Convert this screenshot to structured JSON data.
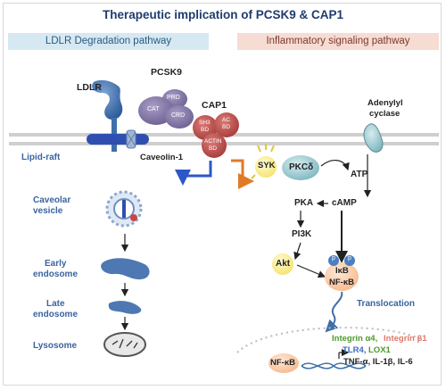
{
  "title": "Therapeutic implication of PCSK9 & CAP1",
  "left_header": "LDLR Degradation pathway",
  "right_header": "Inflammatory signaling pathway",
  "labels": {
    "ldlr": "LDLR",
    "pcsk9": "PCSK9",
    "prd": "PRD",
    "cat": "CAT",
    "crd": "CRD",
    "cap1": "CAP1",
    "sh3_1": "SH3",
    "sh3_2": "BD",
    "ac_1": "AC",
    "ac_2": "BD",
    "actin_1": "ACTIN",
    "actin_2": "BD",
    "adenylyl_1": "Adenylyl",
    "adenylyl_2": "cyclase",
    "lipid_raft": "Lipid-raft",
    "caveolin": "Caveolin-1",
    "syk": "SYK",
    "pkc": "PKCδ",
    "atp": "ATP",
    "pka": "PKA",
    "camp": "cAMP",
    "pi3k": "PI3K",
    "akt": "Akt",
    "ikb": "IκB",
    "nfkb": "NF-κB",
    "p1": "p",
    "p2": "p",
    "caveolar_1": "Caveolar",
    "caveolar_2": "vesicle",
    "early_1": "Early",
    "early_2": "endosome",
    "late_1": "Late",
    "late_2": "endosome",
    "lysosome": "Lysosome",
    "translocation": "Translocation",
    "integrin_a4": "Integrin α4,",
    "integrin_b1": "Integrin β1",
    "tlr4": "TLR4,",
    "lox1": "LOX1",
    "cytokines": "TNF-α, IL-1β, IL-6",
    "nfkb_nuc": "NF-κB"
  },
  "colors": {
    "title": "#1f3c6e",
    "ldlr": "#3f6fa8",
    "pcsk9": "#7b6f9e",
    "cap1": "#b94a48",
    "membrane": "#cfcfcf",
    "arrow_blue": "#2b57c9",
    "arrow_orange": "#e07a26",
    "integrin_a4": "#4e9a2e",
    "integrin_b1": "#e07a6c",
    "tlr4": "#3b6fc0",
    "lox1": "#4e9a2e"
  }
}
